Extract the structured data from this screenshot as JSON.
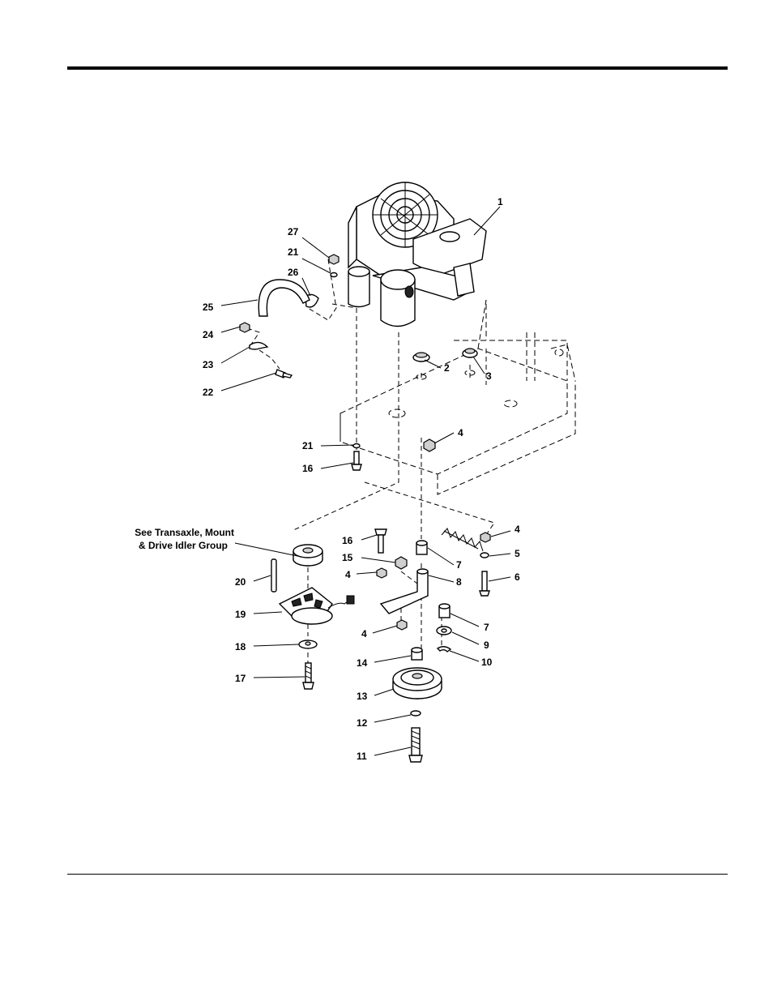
{
  "callouts": [
    {
      "id": "c1",
      "text": "1"
    },
    {
      "id": "c27",
      "text": "27"
    },
    {
      "id": "c21a",
      "text": "21"
    },
    {
      "id": "c26",
      "text": "26"
    },
    {
      "id": "c25",
      "text": "25"
    },
    {
      "id": "c24",
      "text": "24"
    },
    {
      "id": "c23",
      "text": "23"
    },
    {
      "id": "c22",
      "text": "22"
    },
    {
      "id": "c2",
      "text": "2"
    },
    {
      "id": "c3",
      "text": "3"
    },
    {
      "id": "c4a",
      "text": "4"
    },
    {
      "id": "c21b",
      "text": "21"
    },
    {
      "id": "c16a",
      "text": "16"
    },
    {
      "id": "c16b",
      "text": "16"
    },
    {
      "id": "c15",
      "text": "15"
    },
    {
      "id": "c4b",
      "text": "4"
    },
    {
      "id": "c4c",
      "text": "4"
    },
    {
      "id": "c4d",
      "text": "4"
    },
    {
      "id": "c5",
      "text": "5"
    },
    {
      "id": "c6",
      "text": "6"
    },
    {
      "id": "c7a",
      "text": "7"
    },
    {
      "id": "c8",
      "text": "8"
    },
    {
      "id": "c7b",
      "text": "7"
    },
    {
      "id": "c9",
      "text": "9"
    },
    {
      "id": "c10",
      "text": "10"
    },
    {
      "id": "c20",
      "text": "20"
    },
    {
      "id": "c19",
      "text": "19"
    },
    {
      "id": "c18",
      "text": "18"
    },
    {
      "id": "c17",
      "text": "17"
    },
    {
      "id": "c14",
      "text": "14"
    },
    {
      "id": "c13",
      "text": "13"
    },
    {
      "id": "c12",
      "text": "12"
    },
    {
      "id": "c11",
      "text": "11"
    }
  ],
  "note": {
    "line1": "See Transaxle, Mount",
    "line2": "& Drive Idler Group"
  }
}
